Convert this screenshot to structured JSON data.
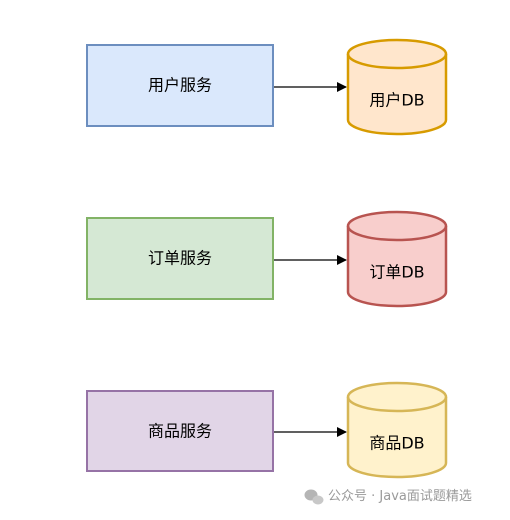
{
  "rows": [
    {
      "service": {
        "label": "用户服务",
        "fill": "#dae8fc",
        "stroke": "#6c8ebf"
      },
      "db": {
        "label": "用户DB",
        "fill": "#ffe6cc",
        "stroke": "#d79b00"
      }
    },
    {
      "service": {
        "label": "订单服务",
        "fill": "#d5e8d4",
        "stroke": "#82b366"
      },
      "db": {
        "label": "订单DB",
        "fill": "#f8cecc",
        "stroke": "#b85450"
      }
    },
    {
      "service": {
        "label": "商品服务",
        "fill": "#e1d5e7",
        "stroke": "#9673a6"
      },
      "db": {
        "label": "商品DB",
        "fill": "#fff2cc",
        "stroke": "#d6b656"
      }
    }
  ],
  "watermark": {
    "text": "公众号 · Java面试题精选",
    "icon": "wechat-icon"
  }
}
